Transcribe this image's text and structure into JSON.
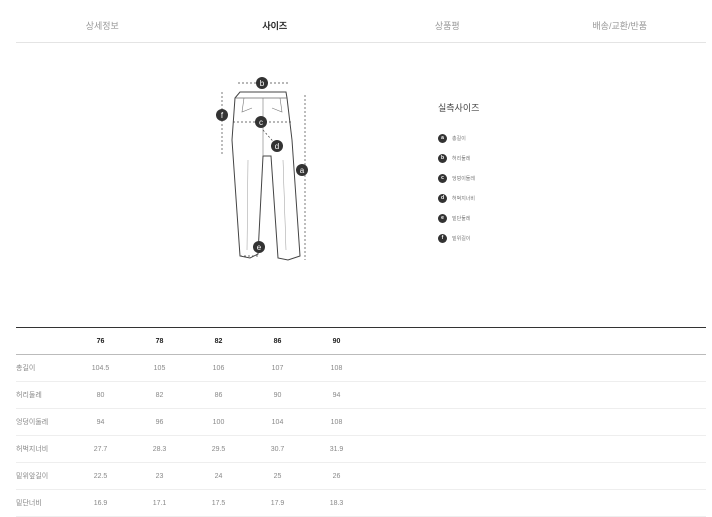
{
  "tabs": [
    {
      "label": "상세정보"
    },
    {
      "label": "사이즈"
    },
    {
      "label": "상품평"
    },
    {
      "label": "배송/교환/반품"
    }
  ],
  "diagram_markers": [
    "a",
    "b",
    "c",
    "d",
    "e",
    "f"
  ],
  "legend": {
    "title": "실측사이즈",
    "items": [
      {
        "marker": "a",
        "label": "총길이"
      },
      {
        "marker": "b",
        "label": "허리둘레"
      },
      {
        "marker": "c",
        "label": "엉덩이둘레"
      },
      {
        "marker": "d",
        "label": "허벅지너비"
      },
      {
        "marker": "e",
        "label": "밑단둘레"
      },
      {
        "marker": "f",
        "label": "밑위길이"
      }
    ]
  },
  "size_table": {
    "headers": [
      "",
      "76",
      "78",
      "82",
      "86",
      "90"
    ],
    "rows": [
      {
        "label": "총길이",
        "values": [
          "104.5",
          "105",
          "106",
          "107",
          "108"
        ]
      },
      {
        "label": "허리둘레",
        "values": [
          "80",
          "82",
          "86",
          "90",
          "94"
        ]
      },
      {
        "label": "엉덩이둘레",
        "values": [
          "94",
          "96",
          "100",
          "104",
          "108"
        ]
      },
      {
        "label": "허벅지너비",
        "values": [
          "27.7",
          "28.3",
          "29.5",
          "30.7",
          "31.9"
        ]
      },
      {
        "label": "밑위앞길이",
        "values": [
          "22.5",
          "23",
          "24",
          "25",
          "26"
        ]
      },
      {
        "label": "밑단너비",
        "values": [
          "16.9",
          "17.1",
          "17.5",
          "17.9",
          "18.3"
        ]
      }
    ]
  }
}
